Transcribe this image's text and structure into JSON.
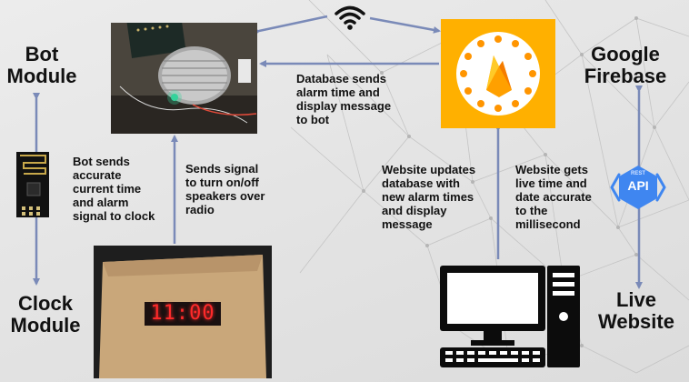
{
  "labels": {
    "bot_module": [
      "Bot",
      "Module"
    ],
    "clock_module": [
      "Clock",
      "Module"
    ],
    "google_firebase": [
      "Google",
      "Firebase"
    ],
    "live_website": [
      "Live",
      "Website"
    ]
  },
  "edge_labels": {
    "database_to_bot": [
      "Database sends",
      "alarm time and",
      "display message",
      "to bot"
    ],
    "bot_to_clock": [
      "Bot sends",
      "accurate",
      "current time",
      "and alarm",
      "signal to clock"
    ],
    "bot_to_speakers": [
      "Sends signal",
      "to turn on/off",
      "speakers over",
      "radio"
    ],
    "website_updates_db": [
      "Website updates",
      "database with",
      "new alarm times",
      "and display",
      "message"
    ],
    "website_gets_time": [
      "Website gets",
      "live time and",
      "date accurate",
      "to the",
      "millisecond"
    ]
  },
  "api_badge": {
    "top": "REST",
    "main": "API"
  },
  "clock_display": "11:00",
  "colors": {
    "arrow": "#7a8ab8",
    "firebase_bg": "#ffb000",
    "api_badge": "#3f86f0",
    "led": "#ff2a2a"
  }
}
